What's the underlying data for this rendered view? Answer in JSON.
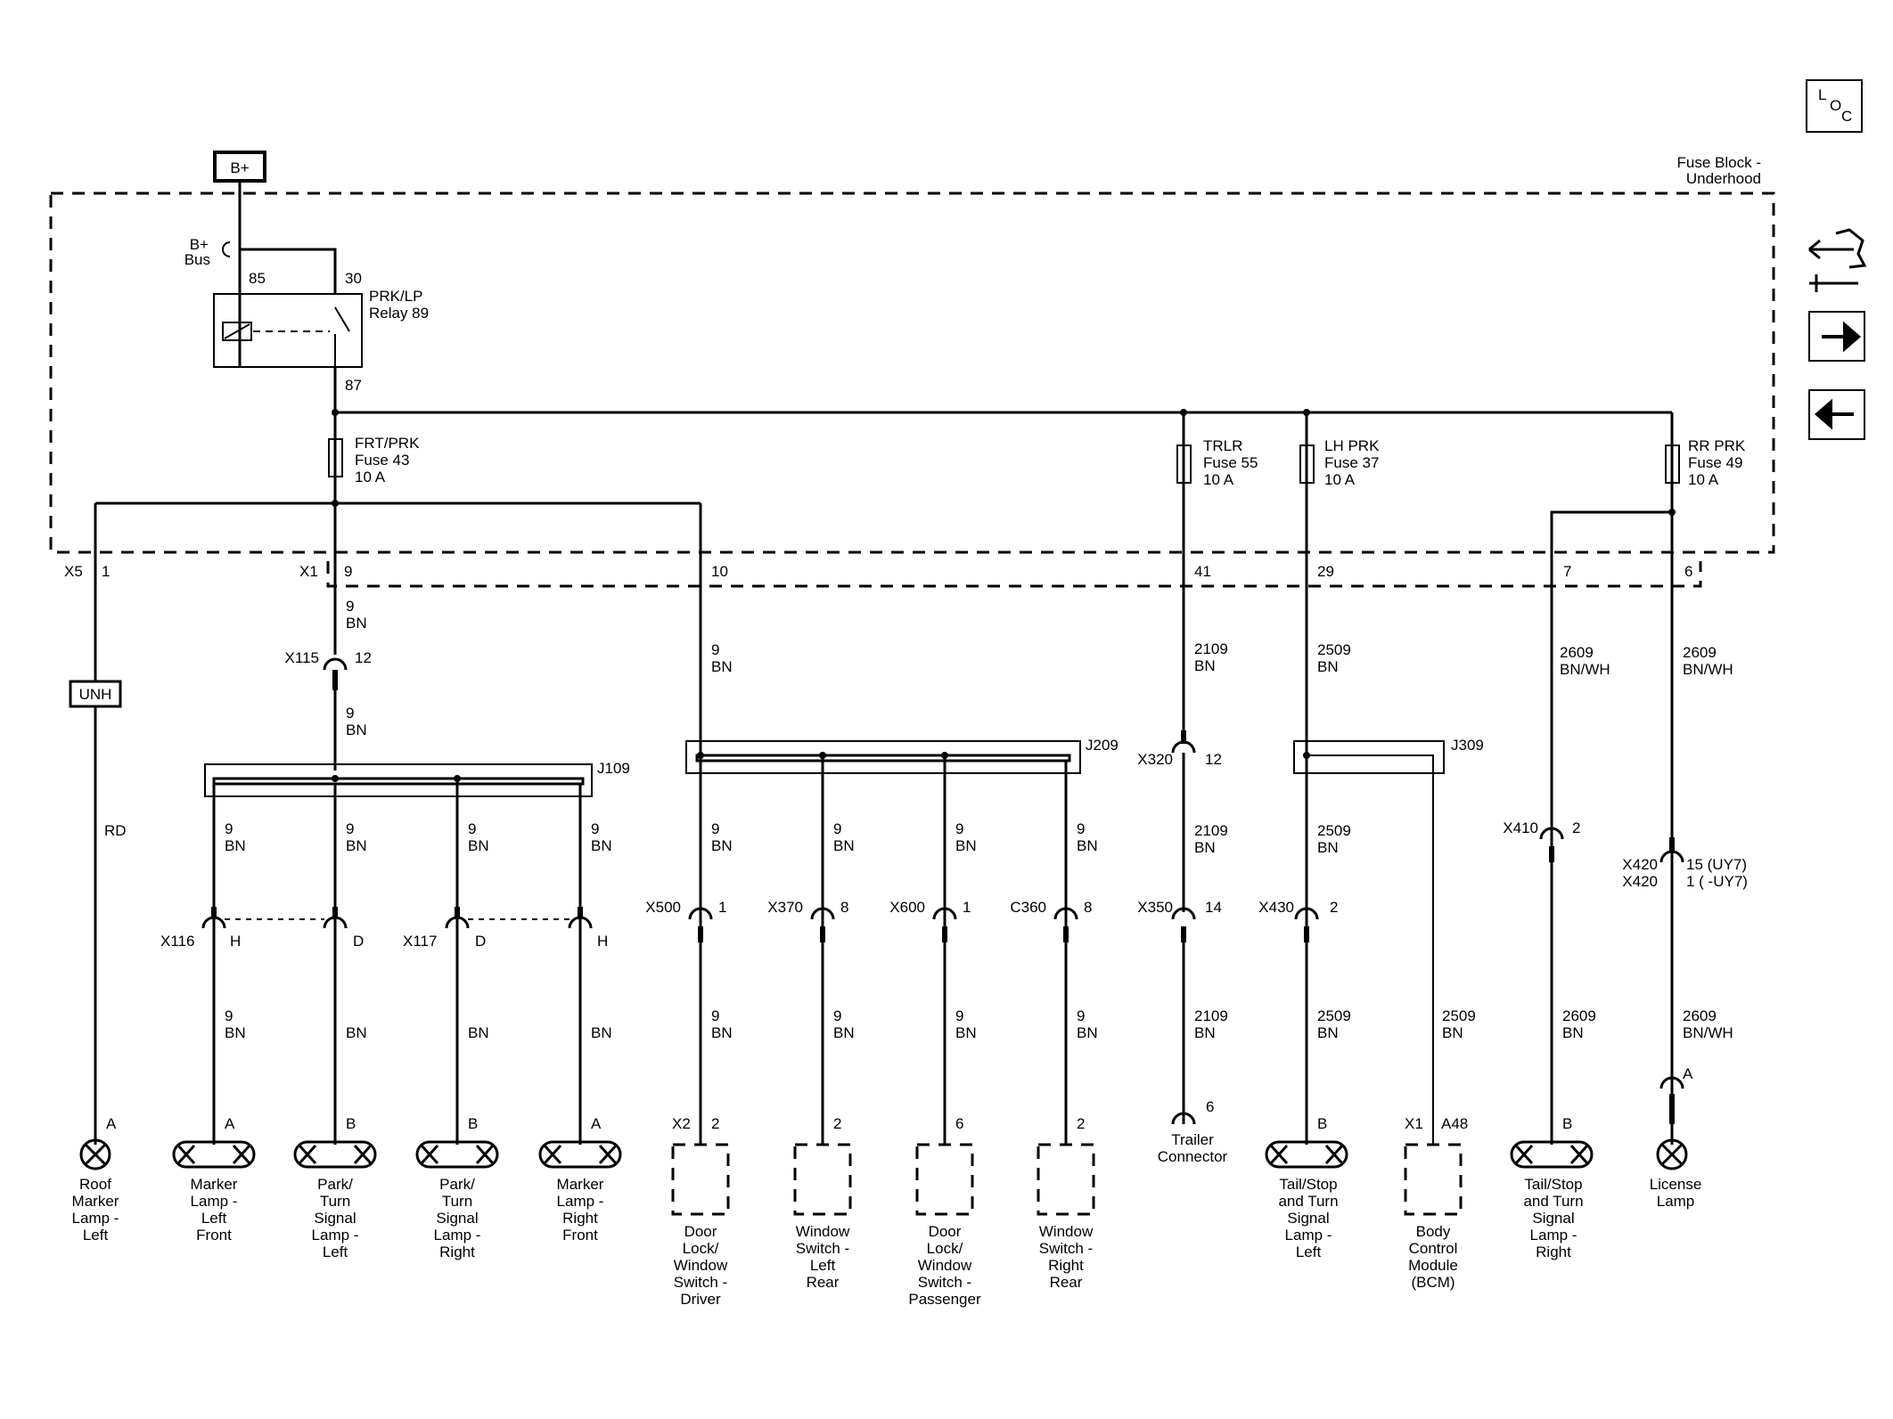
{
  "header": {
    "loc_L": "L",
    "loc_O": "O",
    "loc_C": "C",
    "battery": "B+",
    "fuse_block_line1": "Fuse Block -",
    "fuse_block_line2": "Underhood"
  },
  "relay": {
    "bus_line1": "B+",
    "bus_line2": "Bus",
    "pin85": "85",
    "pin30": "30",
    "pin87": "87",
    "name_line1": "PRK/LP",
    "name_line2": "Relay 89"
  },
  "fuses": [
    {
      "l1": "FRT/PRK",
      "l2": "Fuse 43",
      "l3": "10 A"
    },
    {
      "l1": "TRLR",
      "l2": "Fuse 55",
      "l3": "10 A"
    },
    {
      "l1": "LH PRK",
      "l2": "Fuse 37",
      "l3": "10 A"
    },
    {
      "l1": "RR PRK",
      "l2": "Fuse 49",
      "l3": "10 A"
    }
  ],
  "fb_pins": {
    "x5": "X5",
    "p1": "1",
    "x1": "X1",
    "p9": "9",
    "p10": "10",
    "p41": "41",
    "p29": "29",
    "p7": "7",
    "p6": "6"
  },
  "unh": "UNH",
  "wires": {
    "w9bn_a1": "9",
    "w9bn_a2": "BN",
    "w9bn_b1": "9",
    "w9bn_b2": "BN",
    "w9bn_c1": "9",
    "w9bn_c2": "BN",
    "w2109_1": "2109",
    "w2109_2": "BN",
    "w2509_1": "2509",
    "w2509_2": "BN",
    "w2609a_1": "2609",
    "w2609a_2": "BN/WH",
    "w2609b_1": "2609",
    "w2609b_2": "BN/WH",
    "rd": "RD",
    "j1": [
      "9",
      "BN"
    ],
    "j2": [
      "9",
      "BN"
    ],
    "j3": [
      "9",
      "BN"
    ],
    "j4": [
      "9",
      "BN"
    ],
    "k1": [
      "9",
      "BN"
    ],
    "k2": [
      "9",
      "BN"
    ],
    "k3": [
      "9",
      "BN"
    ],
    "k4": [
      "9",
      "BN"
    ],
    "m2109": [
      "2109",
      "BN"
    ],
    "m2509": [
      "2509",
      "BN"
    ],
    "l1": [
      "9",
      "BN"
    ],
    "l2": "BN",
    "l3": "BN",
    "l4": "BN",
    "n1": [
      "9",
      "BN"
    ],
    "n2": [
      "9",
      "BN"
    ],
    "n3": [
      "9",
      "BN"
    ],
    "n4": [
      "9",
      "BN"
    ],
    "n2109": [
      "2109",
      "BN"
    ],
    "n2509a": [
      "2509",
      "BN"
    ],
    "n2509b": [
      "2509",
      "BN"
    ],
    "n2609": [
      "2609",
      "BN"
    ],
    "n2609b": [
      "2609",
      "BN/WH"
    ]
  },
  "connectors": {
    "x115": "X115",
    "x115p": "12",
    "x320": "X320",
    "x320p": "12",
    "x116": "X116",
    "x116h": "H",
    "x116d": "D",
    "x117": "X117",
    "x117d": "D",
    "x117h": "H",
    "x500": "X500",
    "x500p": "1",
    "x370": "X370",
    "x370p": "8",
    "x600": "X600",
    "x600p": "1",
    "c360": "C360",
    "c360p": "8",
    "x350": "X350",
    "x350p": "14",
    "x430": "X430",
    "x430p": "2",
    "x410": "X410",
    "x410p": "2",
    "x420a": "X420",
    "x420b": "X420",
    "x420p1": "15 (UY7)",
    "x420p2": "1 ( -UY7)"
  },
  "splices": {
    "j109": "J109",
    "j209": "J209",
    "j309": "J309"
  },
  "components": [
    {
      "pin": "A",
      "lines": [
        "Roof",
        "Marker",
        "Lamp -",
        "Left"
      ]
    },
    {
      "pin": "A",
      "lines": [
        "Marker",
        "Lamp -",
        "Left",
        "Front"
      ]
    },
    {
      "pin": "B",
      "lines": [
        "Park/",
        "Turn",
        "Signal",
        "Lamp -",
        "Left"
      ]
    },
    {
      "pin": "B",
      "lines": [
        "Park/",
        "Turn",
        "Signal",
        "Lamp -",
        "Right"
      ]
    },
    {
      "pin": "A",
      "lines": [
        "Marker",
        "Lamp -",
        "Right",
        "Front"
      ]
    },
    {
      "conn": "X2",
      "pin": "2",
      "lines": [
        "Door",
        "Lock/",
        "Window",
        "Switch -",
        "Driver"
      ]
    },
    {
      "pin": "2",
      "lines": [
        "Window",
        "Switch -",
        "Left",
        "Rear"
      ]
    },
    {
      "pin": "6",
      "lines": [
        "Door",
        "Lock/",
        "Window",
        "Switch -",
        "Passenger"
      ]
    },
    {
      "pin": "2",
      "lines": [
        "Window",
        "Switch -",
        "Right",
        "Rear"
      ]
    },
    {
      "pin": "6",
      "lines": [
        "Trailer",
        "Connector"
      ]
    },
    {
      "pin": "B",
      "lines": [
        "Tail/Stop",
        "and Turn",
        "Signal",
        "Lamp -",
        "Left"
      ]
    },
    {
      "conn": "X1",
      "pin": "A48",
      "lines": [
        "Body",
        "Control",
        "Module",
        "(BCM)"
      ]
    },
    {
      "pin": "B",
      "lines": [
        "Tail/Stop",
        "and Turn",
        "Signal",
        "Lamp -",
        "Right"
      ]
    },
    {
      "pin": "A",
      "lines": [
        "License",
        "Lamp"
      ]
    }
  ]
}
